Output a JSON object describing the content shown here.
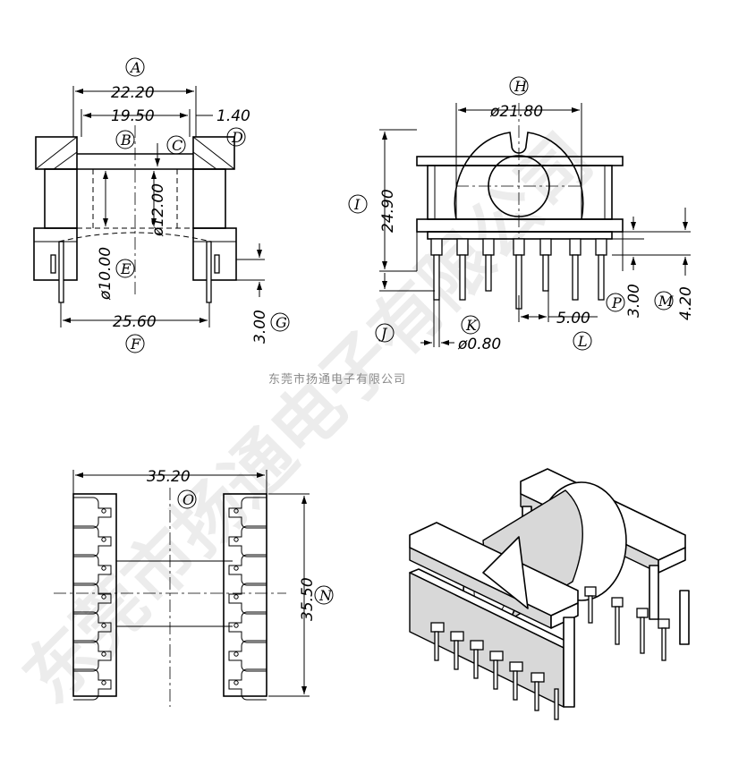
{
  "watermark": "东莞市扬通电子有限公司",
  "caption": "东莞市扬通电子有限公司",
  "views": {
    "front": {
      "dims": {
        "a": "22.20",
        "b": "19.50",
        "d": "1.40",
        "c": "ø12.00",
        "e": "ø10.00",
        "f": "25.60",
        "g": "3.00"
      },
      "labels": {
        "a": "A",
        "b": "B",
        "c": "C",
        "d": "D",
        "e": "E",
        "f": "F",
        "g": "G"
      }
    },
    "side": {
      "dims": {
        "h": "ø21.80",
        "i": "24.90",
        "k": "ø0.80",
        "l": "5.00",
        "p": "3.00",
        "m": "4.20"
      },
      "labels": {
        "h": "H",
        "i": "I",
        "j": "J",
        "k": "K",
        "l": "L",
        "p": "P",
        "m": "M"
      }
    },
    "bottom": {
      "dims": {
        "o": "35.20",
        "n": "35.50"
      },
      "labels": {
        "o": "O",
        "n": "N"
      }
    }
  }
}
